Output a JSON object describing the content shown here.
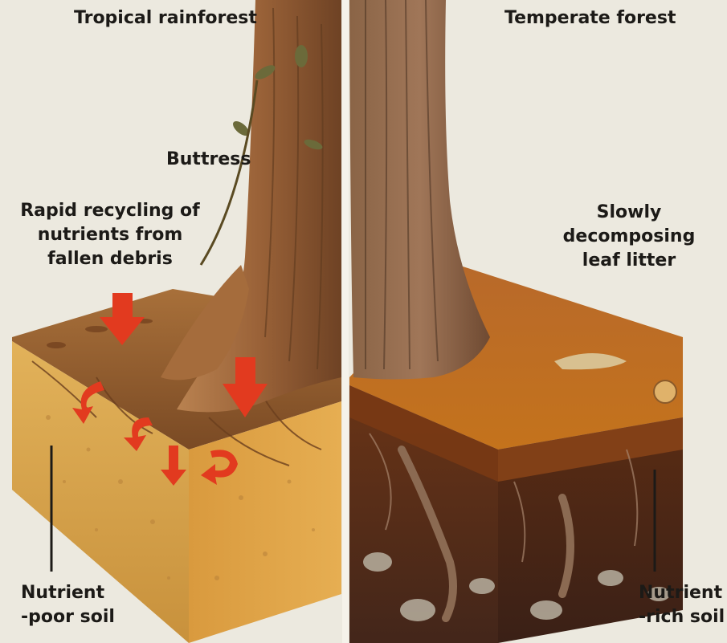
{
  "panels": {
    "left": {
      "title": "Tropical rainforest"
    },
    "right": {
      "title": "Temperate forest"
    }
  },
  "labels": {
    "buttress": "Buttress",
    "rapid_recycling": [
      "Rapid recycling of",
      "nutrients from",
      "fallen debris"
    ],
    "slow_litter": [
      "Slowly",
      "decomposing",
      "leaf litter"
    ],
    "poor_soil": [
      "Nutrient",
      "-poor soil"
    ],
    "rich_soil": [
      "Nutrient",
      "-rich soil"
    ]
  },
  "colors": {
    "background": "#ece9df",
    "tropical_soil": "#d9a24a",
    "temperate_soil": "#4a2a1a",
    "arrow": "#e23a1f",
    "bark": "#8a5a34",
    "label_text": "#1c1a17"
  },
  "icons": [
    "down-arrow-icon",
    "recycle-arrow-icon"
  ]
}
